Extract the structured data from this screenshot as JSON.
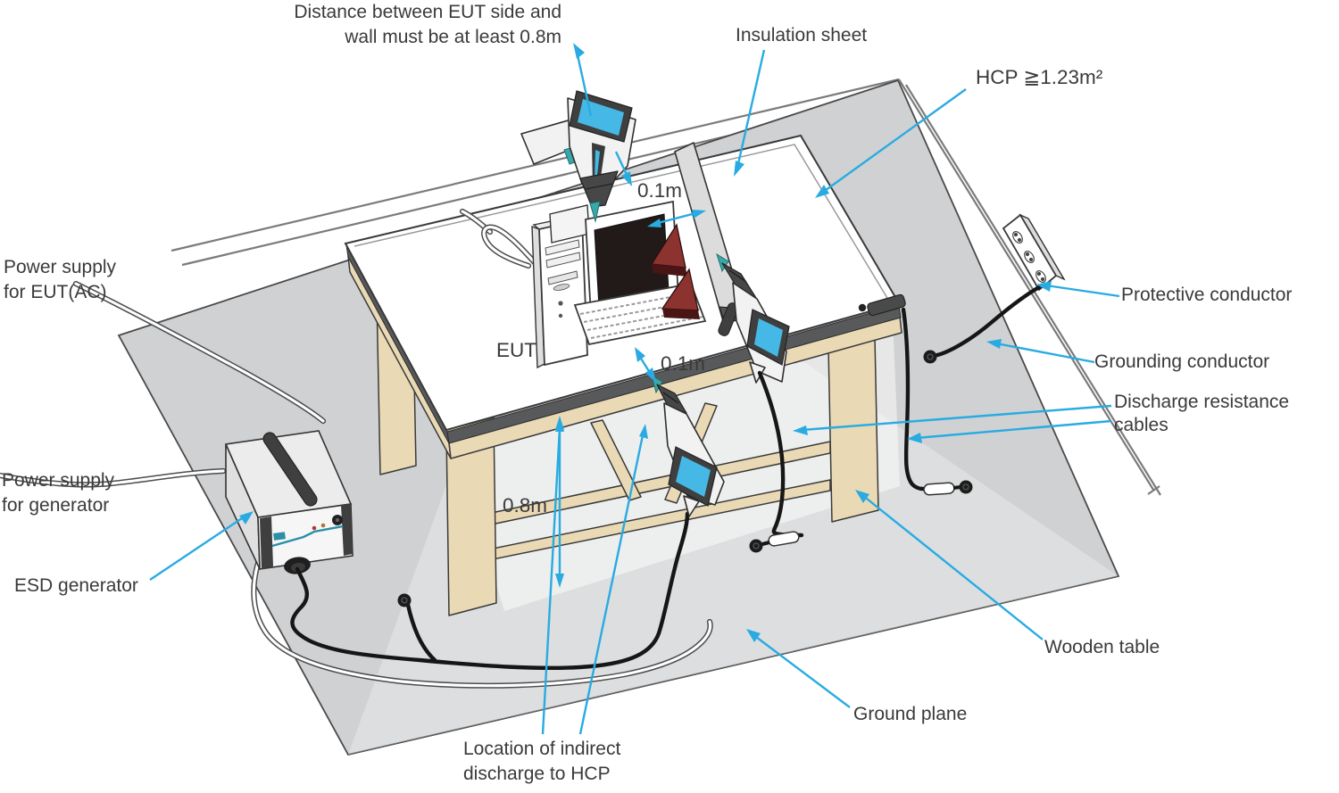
{
  "diagram": {
    "type": "esd-immunity-test-setup-illustration",
    "labels": {
      "distance_wall": {
        "line1": "Distance between EUT side and",
        "line2": "wall must be at least 0.8m"
      },
      "insulation_sheet": "Insulation sheet",
      "hcp": "HCP ≧1.23m²",
      "power_supply_eut": {
        "line1": "Power supply",
        "line2": "for EUT(AC)"
      },
      "eut": "EUT",
      "protective_conductor": "Protective conductor",
      "grounding_conductor": "Grounding conductor",
      "discharge_cables": {
        "line1": "Discharge resistance",
        "line2": "cables"
      },
      "power_supply_generator": {
        "line1": "Power supply",
        "line2": "for generator"
      },
      "esd_generator": "ESD generator",
      "wooden_table": "Wooden table",
      "ground_plane": "Ground plane",
      "indirect_discharge": {
        "line1": "Location of indirect",
        "line2": "discharge to HCP"
      },
      "dims": {
        "gap_top": "0.1m",
        "gap_bottom": "0.1m",
        "height": "0.8m"
      }
    },
    "colors": {
      "leader_arrow": "#29abe2",
      "label_text": "#3a3a3a",
      "ground_plane": "#d0d1d3",
      "wood": "#ead9b5",
      "hcp_edge": "#58595b",
      "panel_bracket": "#8c3330",
      "gun_screen": "#45b8e6"
    }
  }
}
